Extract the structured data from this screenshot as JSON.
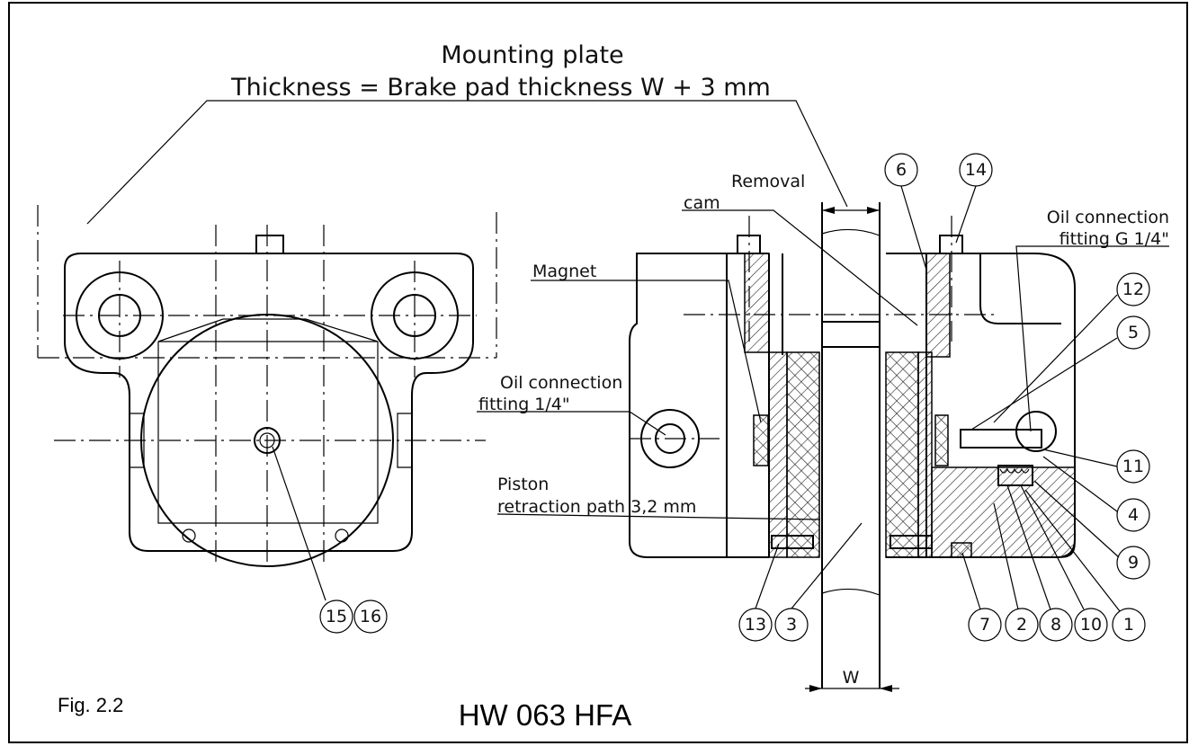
{
  "title": {
    "line1": "Mounting plate",
    "line2": "Thickness = Brake pad thickness W + 3 mm"
  },
  "labels": {
    "removal_cam": [
      "Removal",
      "cam"
    ],
    "oil_fitting_g": [
      "Oil connection",
      "fitting G 1/4\""
    ],
    "magnet": "Magnet",
    "oil_fitting": [
      "Oil connection",
      "fitting 1/4\""
    ],
    "piston": [
      "Piston",
      "retraction path 3,2 mm"
    ],
    "w": "W"
  },
  "callouts": [
    "6",
    "14",
    "12",
    "5",
    "11",
    "4",
    "9",
    "1",
    "10",
    "8",
    "2",
    "7",
    "3",
    "13",
    "15",
    "16"
  ],
  "caption": {
    "fig": "Fig. 2.2",
    "model": "HW 063 HFA"
  },
  "colors": {
    "ink": "#000000",
    "hatch": "#222222"
  }
}
